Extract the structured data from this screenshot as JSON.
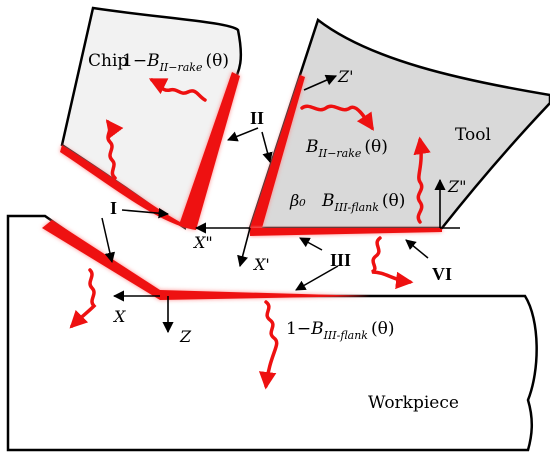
{
  "labels": {
    "chip": "Chip",
    "tool": "Tool",
    "workpiece": "Workpiece",
    "zone_I": "I",
    "zone_II": "II",
    "zone_III": "III",
    "zone_VI": "VI",
    "axis_x": "X",
    "axis_z": "Z",
    "axis_x1": "X'",
    "axis_z1": "Z'",
    "axis_x2": "X\"",
    "axis_z2": "Z\"",
    "beta0": "β₀"
  },
  "formulas": {
    "chip_rake": {
      "prefix": "1−",
      "B": "B",
      "sub": "II−rake",
      "theta": "(θ)"
    },
    "tool_rake": {
      "prefix": "",
      "B": "B",
      "sub": "II−rake",
      "theta": "(θ)"
    },
    "tool_flank": {
      "prefix": "",
      "B": "B",
      "sub": "III-flank",
      "theta": "(θ)"
    },
    "work_flank": {
      "prefix": "1−",
      "B": "B",
      "sub": "III-flank",
      "theta": "(θ)"
    }
  },
  "colors": {
    "heat": "#ee1111",
    "glow": "#ff8a8a",
    "chip_fill": "#f2f2f2",
    "tool_fill": "#d9d9d9",
    "outline": "#000000"
  },
  "icons": {
    "heat_flow": "wavy-arrow-icon",
    "axis": "arrow-icon"
  }
}
